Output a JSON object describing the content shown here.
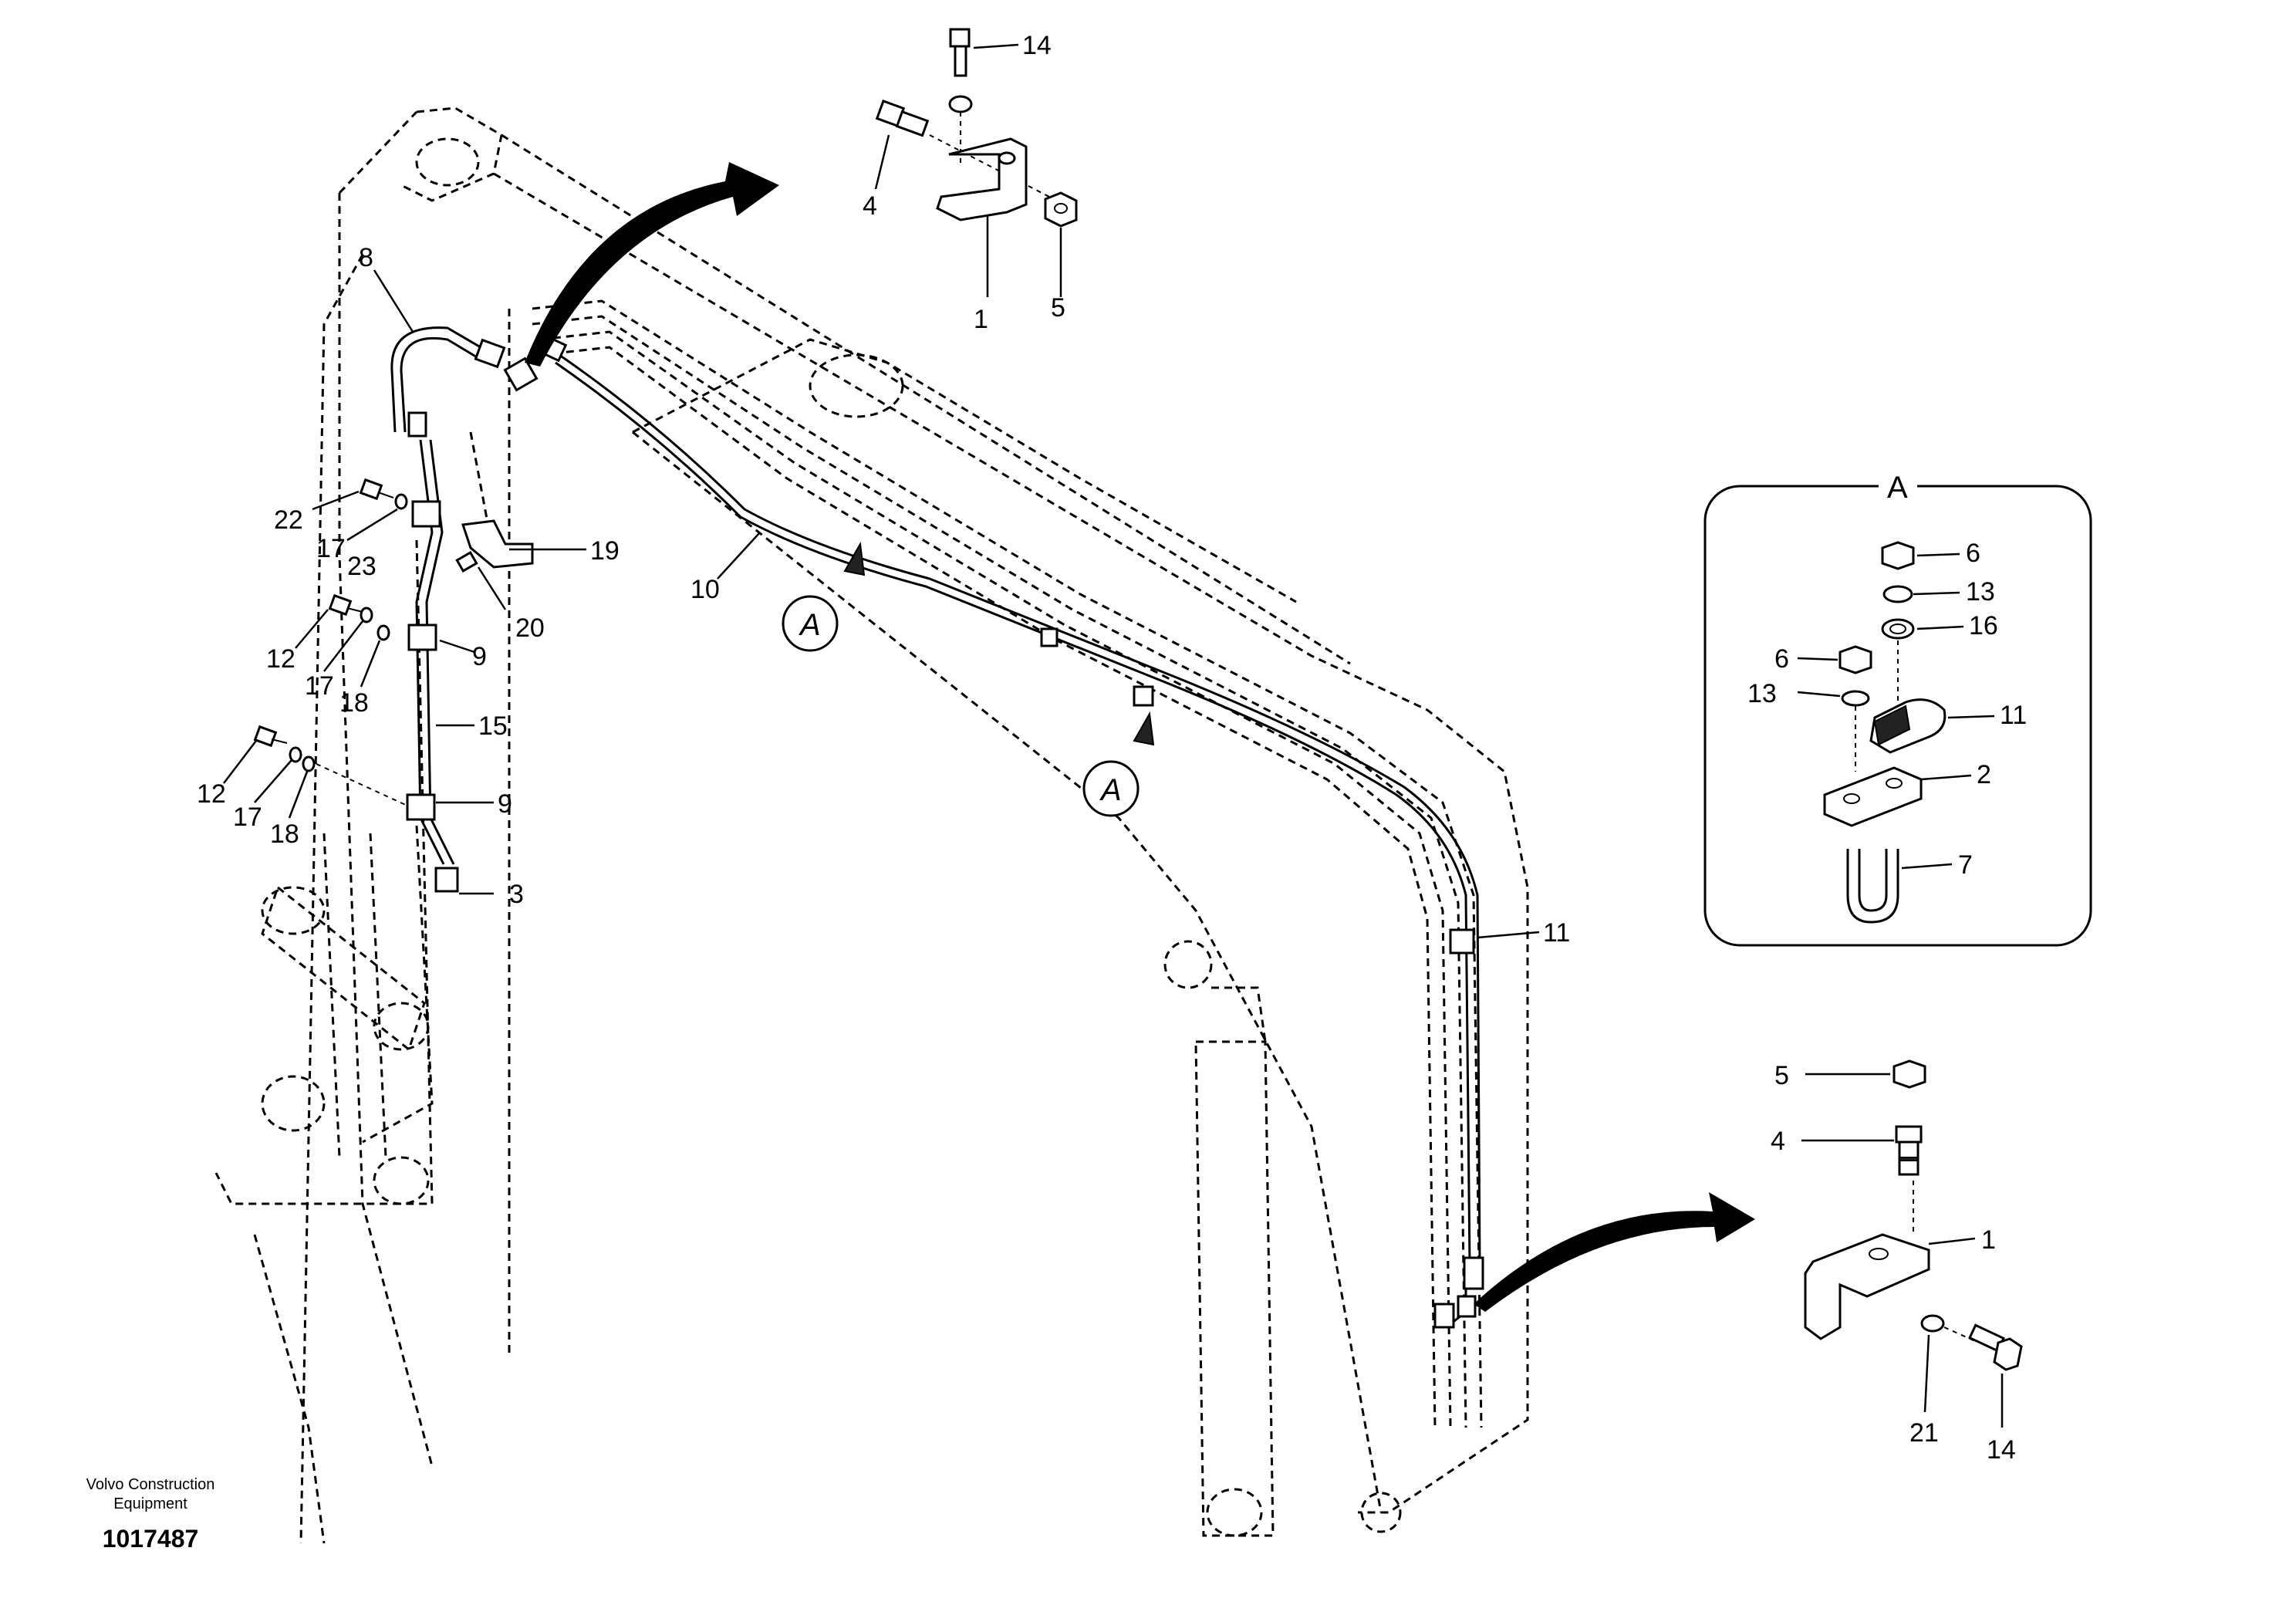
{
  "callouts": {
    "c14_top": "14",
    "c4_top": "4",
    "c1_top": "1",
    "c5_top": "5",
    "c8": "8",
    "c22": "22",
    "c17_a": "17",
    "c23": "23",
    "c19": "19",
    "c20": "20",
    "c10": "10",
    "c12_a": "12",
    "c17_b": "17",
    "c18_a": "18",
    "c9_a": "9",
    "c15": "15",
    "c12_b": "12",
    "c17_c": "17",
    "c18_b": "18",
    "c9_b": "9",
    "c3": "3",
    "c11_main": "11",
    "ref_a_1": "A",
    "ref_a_2": "A",
    "detail_title": "A",
    "d6_a": "6",
    "d13_a": "13",
    "d16": "16",
    "d6_b": "6",
    "d13_b": "13",
    "d11": "11",
    "d2": "2",
    "d7": "7",
    "c5_bot": "5",
    "c4_bot": "4",
    "c1_bot": "1",
    "c21": "21",
    "c14_bot": "14"
  },
  "footer": {
    "maker_line1": "Volvo Construction",
    "maker_line2": "Equipment",
    "drawing_number": "1017487"
  }
}
